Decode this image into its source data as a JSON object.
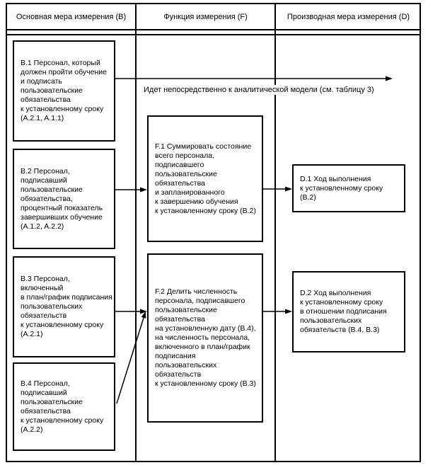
{
  "figure": {
    "type": "measurement-construct-flow-diagram"
  },
  "header": {
    "base_measure": "Основная мера измерения (B)",
    "function": "Функция измерения (F)",
    "derived_measure": "Производная мера измерения (D)"
  },
  "boxes": {
    "b1": "B.1 Персонал, который\nдолжен пройти обучение\nи подписать\nпользовательские\nобязательства\nк установленному сроку\n(A.2.1, A.1.1)",
    "b2": "B.2 Персонал,\nподписавший\nпользовательские\nобязательства,\nпроцентный показатель\nзавершивших обучение\n(A.1.2, A.2.2)",
    "b3": "B.3 Персонал,\nвключенный\nв план/график подписания\nпользовательских\nобязательств\nк установленному сроку\n(A.2.1)",
    "b4": "B.4 Персонал,\nподписавший\nпользовательские\nобязательства\nк установленному сроку\n(A.2.2)",
    "f1": "F.1 Суммировать состояние\nвсего персонала,\nподписавшего\nпользовательские\nобязательства\nи запланированного\nк завершению обучения\nк установленному сроку (B.2)",
    "f2": "F.2 Делить численность\nперсонала, подписавшего\nпользовательские\nобязательства\nна установленную дату (B.4),\nна численность персонала,\nвключенного в план/график\nподписания\nпользовательских\nобязательств\nк установленному сроку (B.3)",
    "d1": "D.1 Ход выполнения\nк установленному сроку\n(B.2)",
    "d2": "D.2 Ход выполнения\nк установленному сроку\nв отношении подписания\nпользовательских\nобязательств (B.4, B.3)"
  },
  "annotations": {
    "direct_to_model": "Идет непосредственно к аналитической модели (см. таблицу 3)"
  },
  "colors": {
    "line": "#000000",
    "background": "#ffffff"
  }
}
